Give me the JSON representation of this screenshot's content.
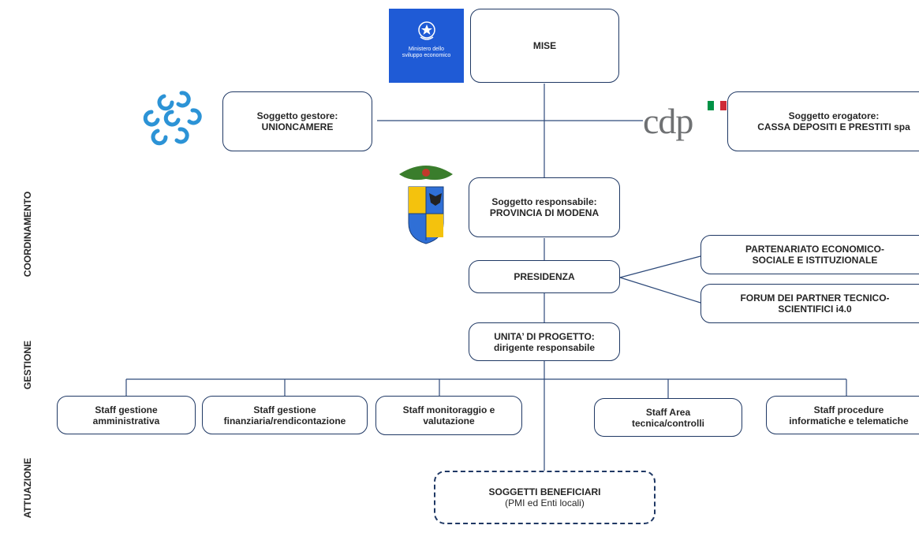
{
  "side_labels": {
    "coordinamento": "COORDINAMENTO",
    "gestione": "GESTIONE",
    "attuazione": "ATTUAZIONE"
  },
  "logos": {
    "mise": {
      "line1": "Ministero dello",
      "line2": "sviluppo economico",
      "color": "#1f5bd6"
    },
    "cdp": {
      "text": "cdp",
      "flag_colors": [
        "#009246",
        "#ffffff",
        "#ce2b37"
      ]
    },
    "unioncamere": {
      "color": "#2c93d6"
    },
    "provincia": {
      "icon": "provincia-di-modena-coat-of-arms"
    }
  },
  "nodes": {
    "mise": {
      "lines": [
        "MISE"
      ]
    },
    "gestore": {
      "lines": [
        "Soggetto gestore:",
        "UNIONCAMERE"
      ]
    },
    "erogatore": {
      "lines": [
        "Soggetto erogatore:",
        "CASSA  DEPOSITI E PRESTITI  spa"
      ]
    },
    "responsabile": {
      "lines": [
        "Soggetto responsabile:",
        "PROVINCIA  DI MODENA"
      ]
    },
    "presidenza": {
      "lines": [
        "PRESIDENZA"
      ]
    },
    "partenariato": {
      "lines": [
        "PARTENARIATO  ECONOMICO-",
        "SOCIALE  E ISTITUZIONALE"
      ]
    },
    "forum": {
      "lines": [
        "FORUM DEI PARTNER  TECNICO-",
        "SCIENTIFICI i4.0"
      ]
    },
    "unita": {
      "lines": [
        "UNITA’  DI PROGETTO:",
        "dirigente responsabile"
      ]
    },
    "staff_amm": {
      "lines": [
        "Staff gestione",
        "amministrativa"
      ]
    },
    "staff_fin": {
      "lines": [
        "Staff gestione",
        "finanziaria/rendicontazione"
      ]
    },
    "staff_mon": {
      "lines": [
        "Staff monitoraggio e",
        "valutazione"
      ]
    },
    "staff_tec": {
      "lines": [
        "Staff Area",
        "tecnica/controlli"
      ]
    },
    "staff_inf": {
      "lines": [
        "Staff procedure",
        "informatiche e telematiche"
      ]
    },
    "beneficiari": {
      "lines": [
        "SOGGETTI BENEFICIARI",
        "(PMI ed Enti locali)"
      ]
    }
  },
  "colors": {
    "border": "#1f3864",
    "line": "#2e4a7a",
    "text": "#262626"
  }
}
